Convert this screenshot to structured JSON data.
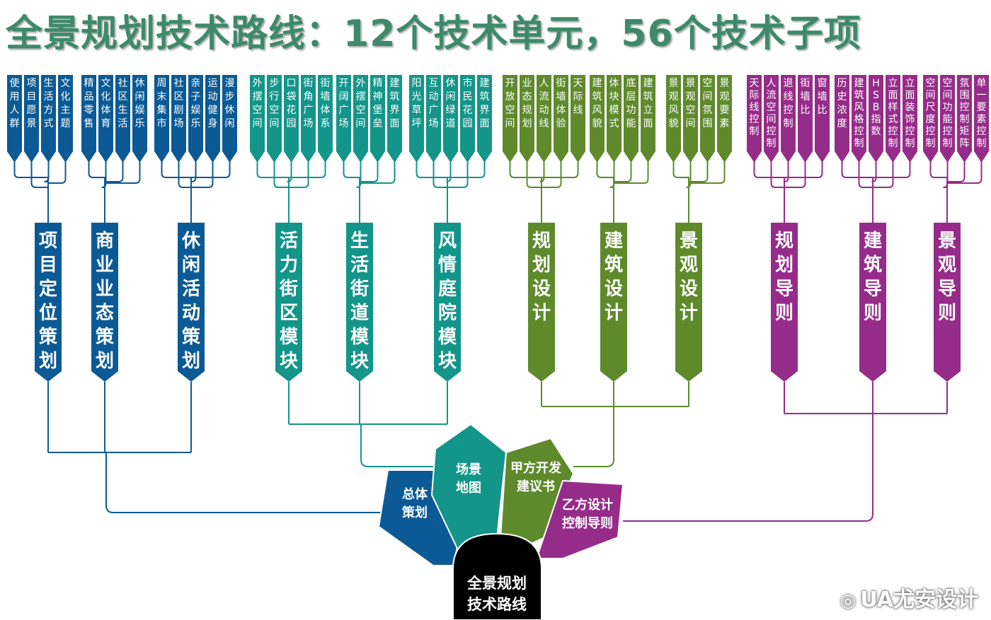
{
  "title": "全景规划技术路线：12个技术单元，56个技术子项",
  "watermark": "UA尤安设计",
  "colors": {
    "blue": "#0b5a95",
    "teal": "#13958a",
    "olive": "#5e8a2c",
    "purple": "#962c8a",
    "title": "#3d8a6b",
    "center": "#000000"
  },
  "center": {
    "lines": [
      "全景规划",
      "技术路线"
    ]
  },
  "petals": [
    {
      "lines": [
        "总体",
        "策划"
      ],
      "color": "blue"
    },
    {
      "lines": [
        "场景",
        "地图"
      ],
      "color": "teal"
    },
    {
      "lines": [
        "甲方开发",
        "建议书"
      ],
      "color": "olive"
    },
    {
      "lines": [
        "乙方设计",
        "控制导则"
      ],
      "color": "purple"
    }
  ],
  "units": [
    {
      "label": "项目定位策划",
      "color": "blue",
      "items": [
        "使用人群",
        "项目愿景",
        "生活方式",
        "文化主题"
      ]
    },
    {
      "label": "商业业态策划",
      "color": "blue",
      "items": [
        "精品零售",
        "文化体育",
        "社区生活",
        "休闲娱乐"
      ]
    },
    {
      "label": "休闲活动策划",
      "color": "blue",
      "items": [
        "周末集市",
        "社区剧场",
        "亲子娱乐",
        "运动健身",
        "漫步休闲"
      ]
    },
    {
      "label": "活力街区模块",
      "color": "teal",
      "items": [
        "外摆空间",
        "步行空间",
        "口袋花园",
        "街角广场",
        "街墙体系"
      ]
    },
    {
      "label": "生活街道模块",
      "color": "teal",
      "items": [
        "开阔广场",
        "外摆空间",
        "精神堡垒",
        "建筑界面"
      ]
    },
    {
      "label": "风情庭院模块",
      "color": "teal",
      "items": [
        "阳光草坪",
        "互动广场",
        "休闲绿道",
        "市民花园",
        "建筑界面"
      ]
    },
    {
      "label": "规划设计",
      "color": "olive",
      "items": [
        "开放空间",
        "业态规划",
        "人流动线",
        "街墙体验",
        "天际线"
      ]
    },
    {
      "label": "建筑设计",
      "color": "olive",
      "items": [
        "建筑风貌",
        "体块模式",
        "底层功能",
        "建筑立面"
      ]
    },
    {
      "label": "景观设计",
      "color": "olive",
      "items": [
        "景观风貌",
        "景观空间",
        "空间氛围",
        "景观要素"
      ]
    },
    {
      "label": "规划导则",
      "color": "purple",
      "items": [
        "天际线控制",
        "人流空间控制",
        "退线控制",
        "街墙比",
        "窗墙比"
      ]
    },
    {
      "label": "建筑导则",
      "color": "purple",
      "items": [
        "历史浓度",
        "建筑风格控制",
        "HSB指数",
        "立面样式控制",
        "立面装饰控制"
      ]
    },
    {
      "label": "景观导则",
      "color": "purple",
      "items": [
        "空间尺度控制",
        "空间功能控制",
        "氛围控制矩阵",
        "单一要素控制"
      ]
    }
  ]
}
